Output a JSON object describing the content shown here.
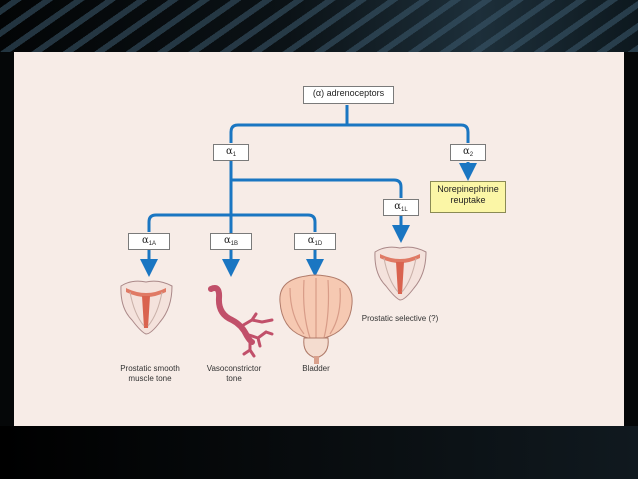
{
  "diagram": {
    "root": {
      "label": "(α) adrenoceptors"
    },
    "alpha1": {
      "symbol": "α",
      "sub": "1"
    },
    "alpha2": {
      "symbol": "α",
      "sub": "2"
    },
    "alpha1A": {
      "symbol": "α",
      "sub": "1A"
    },
    "alpha1B": {
      "symbol": "α",
      "sub": "1B"
    },
    "alpha1D": {
      "symbol": "α",
      "sub": "1D"
    },
    "alpha1L": {
      "symbol": "α",
      "sub": "1L"
    },
    "norepi": {
      "line1": "Norepinephrine",
      "line2": "reuptake"
    },
    "captions": {
      "prostatic_smooth_line1": "Prostatic smooth",
      "prostatic_smooth_line2": "muscle tone",
      "vaso_line1": "Vasoconstrictor",
      "vaso_line2": "tone",
      "bladder": "Bladder",
      "prostatic_selective": "Prostatic selective (?)"
    },
    "colors": {
      "arrow": "#1a76c2",
      "box_yellow": "#fbf6a6",
      "organ": "#e8a08c"
    }
  }
}
